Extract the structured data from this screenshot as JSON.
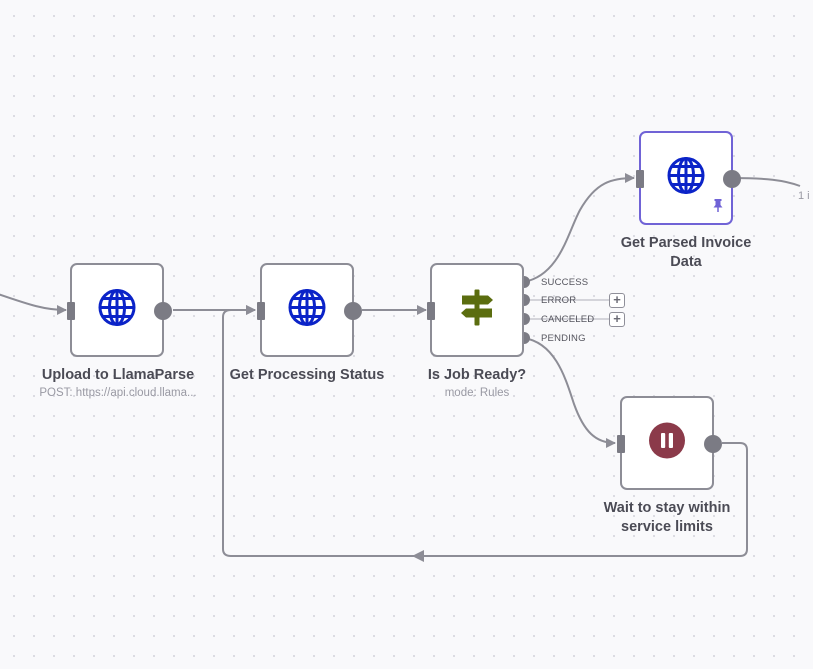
{
  "nodes": {
    "upload": {
      "title": "Upload to LlamaParse",
      "subtitle": "POST: https://api.cloud.llama..."
    },
    "status": {
      "title": "Get Processing Status"
    },
    "switch": {
      "title": "Is Job Ready?",
      "subtitle": "mode: Rules",
      "outputs": [
        "SUCCESS",
        "ERROR",
        "CANCELED",
        "PENDING"
      ]
    },
    "parsed": {
      "title_line1": "Get Parsed Invoice",
      "title_line2": "Data"
    },
    "wait": {
      "title_line1": "Wait to stay within",
      "title_line2": "service limits"
    }
  },
  "edge_labels": {
    "parsed_out": "1 i"
  },
  "icons": {
    "http": "globe-icon",
    "switch": "signpost-icon",
    "wait": "pause-icon",
    "pinned": "pin-icon",
    "add": "plus-icon"
  },
  "colors": {
    "canvas": "#f9f9fb",
    "edge": "#8d8d96",
    "node_border": "#8d8d96",
    "selected_border": "#7063d6",
    "globe": "#0b23c8",
    "switch_icon": "#5b6d0f",
    "wait_icon": "#8b3a4a",
    "pin": "#7063d6"
  }
}
